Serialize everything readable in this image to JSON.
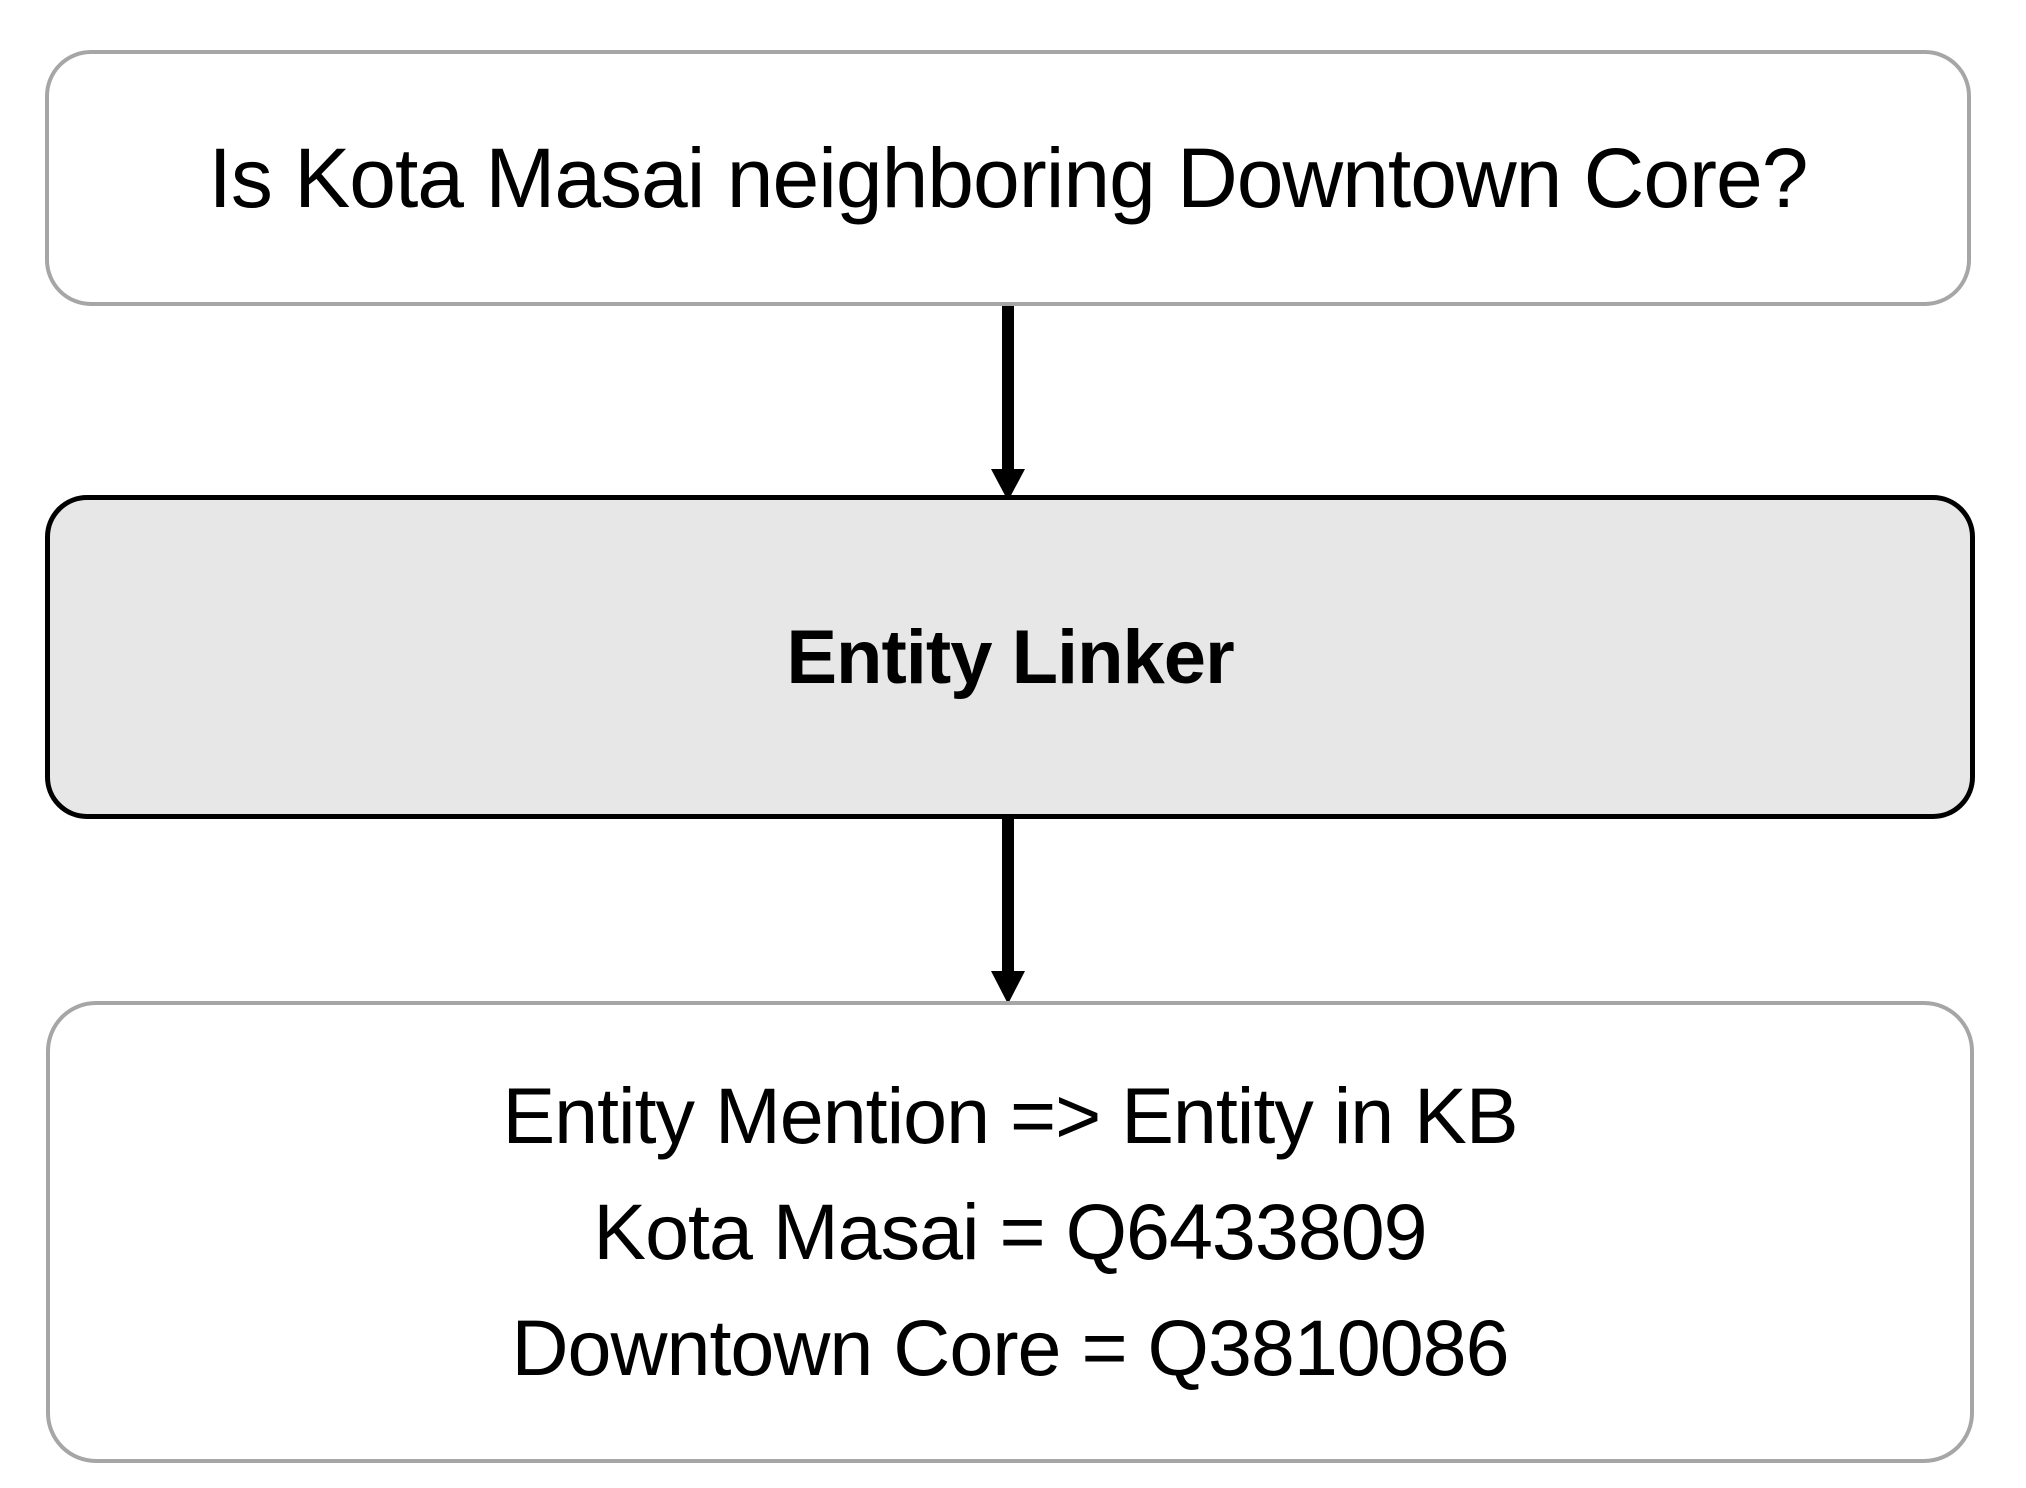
{
  "diagram": {
    "question_box": {
      "text": "Is Kota Masai neighboring Downtown Core?"
    },
    "process_box": {
      "label": "Entity Linker"
    },
    "result_box": {
      "lines": [
        "Entity Mention => Entity in KB",
        "Kota Masai = Q6433809",
        "Downtown Core = Q3810086"
      ]
    },
    "arrows": [
      {
        "name": "question-to-linker",
        "direction": "down"
      },
      {
        "name": "linker-to-result",
        "direction": "down"
      }
    ],
    "colors": {
      "box_border_gray": "#a6a6a6",
      "process_fill": "#e7e7e7",
      "process_border": "#000000",
      "arrow": "#000000",
      "text": "#000000",
      "background": "#ffffff"
    }
  }
}
